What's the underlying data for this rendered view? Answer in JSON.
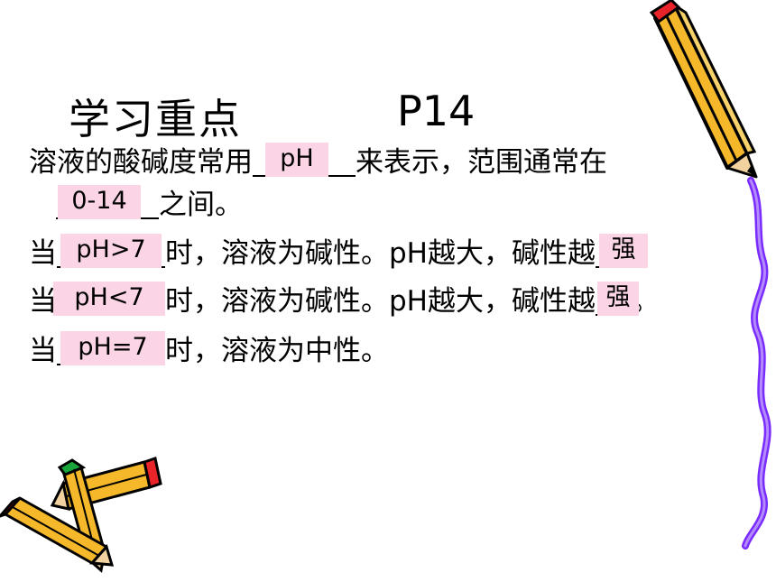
{
  "title": {
    "text": "学习重点",
    "page": "P14"
  },
  "lines": [
    {
      "before": "溶液的酸碱度常用",
      "answer": "pH",
      "after": "来表示，范围通常在"
    },
    {
      "before": "",
      "answer": "0-14",
      "after": "之间。"
    },
    {
      "before": "当",
      "answer": "pH>7",
      "middle": "时，溶液为碱性。pH越大，碱性越",
      "answer2": "强",
      "after": "。"
    },
    {
      "before": "当",
      "answer": "pH<7",
      "middle": "时，溶液为碱性。pH越大，碱性越",
      "answer2": "强",
      "after": "。"
    },
    {
      "before": "当",
      "answer": "pH=7",
      "after": "时，溶液为中性。"
    }
  ],
  "colors": {
    "answer_highlight": "#fbd5e6",
    "pencil_body": "#f5b82a",
    "pencil_outline": "#000000",
    "ribbon": "#7a2cff",
    "eraser_red": "#e8232a",
    "eraser_green": "#1aa53a"
  }
}
